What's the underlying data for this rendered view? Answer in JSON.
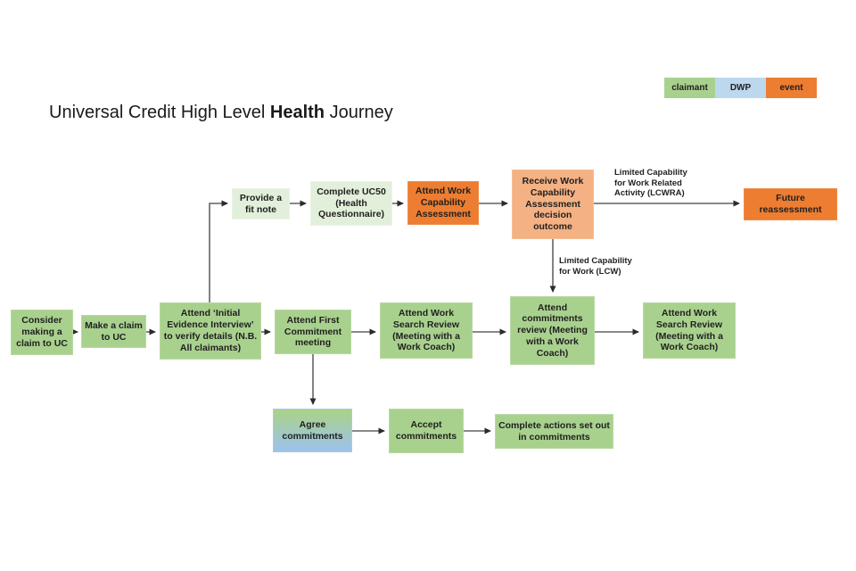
{
  "title": {
    "prefix": "Universal Credit High Level ",
    "bold": "Health",
    "suffix": " Journey"
  },
  "legend": {
    "items": [
      {
        "label": "claimant",
        "color": "#a9d18e"
      },
      {
        "label": "DWP",
        "color": "#bdd7ee"
      },
      {
        "label": "event",
        "color": "#ed7d31"
      }
    ]
  },
  "colors": {
    "claimant_green": "#a9d18e",
    "dwp_blue": "#bdd7ee",
    "event_orange": "#ed7d31",
    "pale_green": "#e2efda",
    "light_orange": "#f4b183",
    "text": "#1f1f1f",
    "arrow": "#404040"
  },
  "nodes": {
    "consider": {
      "label": "Consider making a claim to UC"
    },
    "make_claim": {
      "label": "Make a claim to UC"
    },
    "initial_evidence": {
      "label": "Attend ‘Initial Evidence Interview’ to verify details (N.B. All claimants)"
    },
    "first_commitment": {
      "label": "Attend First Commitment meeting"
    },
    "work_search_1": {
      "label": "Attend Work Search Review (Meeting with a Work Coach)"
    },
    "commitments_review": {
      "label": "Attend commitments review (Meeting with a Work Coach)"
    },
    "work_search_2": {
      "label": "Attend Work Search Review (Meeting with a Work Coach)"
    },
    "fit_note": {
      "label": "Provide a fit note"
    },
    "uc50": {
      "label": "Complete UC50 (Health Questionnaire)"
    },
    "wca": {
      "label": "Attend Work Capability Assessment"
    },
    "wca_outcome": {
      "label": "Receive Work Capability Assessment decision outcome"
    },
    "future_reassessment": {
      "label": "Future reassessment"
    },
    "agree": {
      "label": "Agree commitments"
    },
    "accept": {
      "label": "Accept commitments"
    },
    "complete_actions": {
      "label": "Complete actions set out in commitments"
    }
  },
  "edge_labels": {
    "lcwra": "Limited Capability\nfor Work Related\nActivity (LCWRA)",
    "lcw": "Limited Capability\nfor Work (LCW)"
  }
}
